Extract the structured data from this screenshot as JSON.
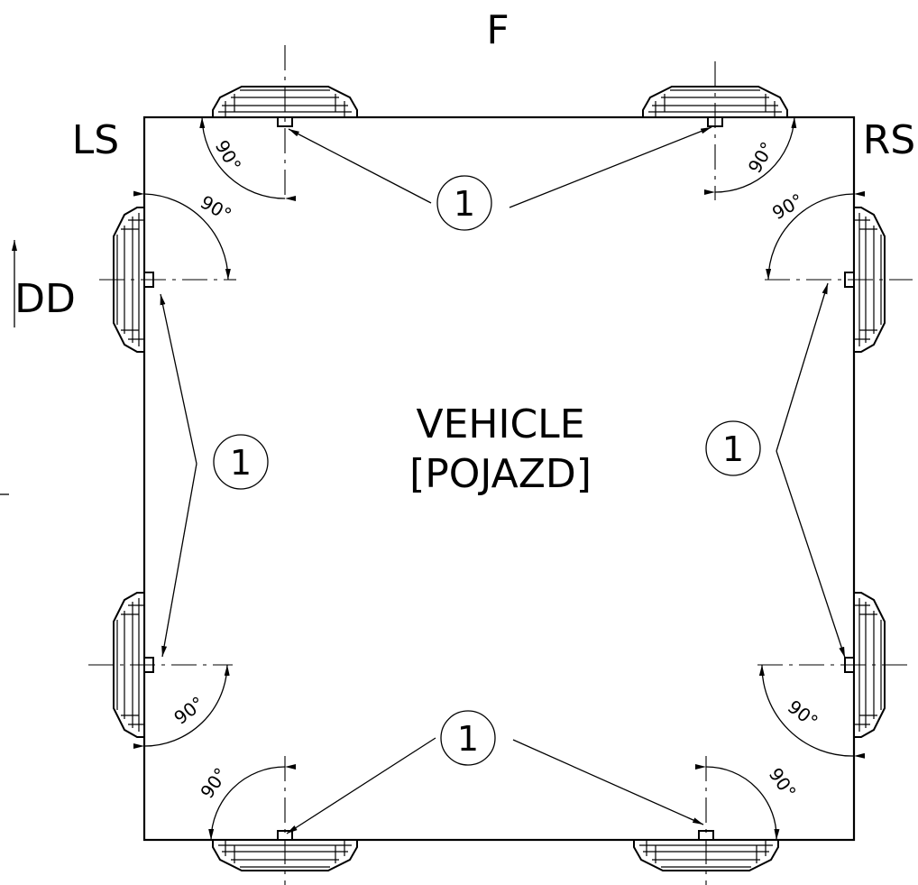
{
  "labels": {
    "front": "F",
    "left_side": "LS",
    "right_side": "RS",
    "driving_direction": "DD",
    "vehicle_line1": "VEHICLE",
    "vehicle_line2": "[POJAZD]"
  },
  "callout": "1",
  "angle_label": "90°"
}
